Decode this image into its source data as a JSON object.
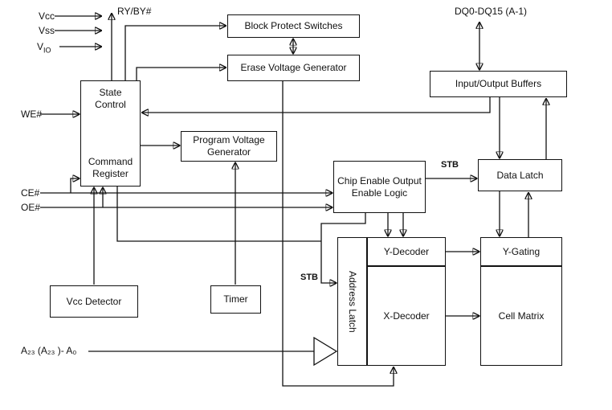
{
  "colors": {
    "wire": "#111111",
    "box_background": "#ffffff",
    "text": "#111111"
  },
  "pins": {
    "vcc": "Vcc",
    "vss": "Vss",
    "vio_base": "V",
    "vio_sub": "IO",
    "ry_by": "RY/BY#",
    "we": "WE#",
    "ce": "CE#",
    "oe": "OE#",
    "dq_bus": "DQ0-DQ15 (A-1)",
    "address_bus": "A₂₃ (A₂₃ )- A₀"
  },
  "labels": {
    "stb": "STB"
  },
  "blocks": {
    "block_protect_switches": "Block Protect Switches",
    "erase_voltage_generator": "Erase Voltage Generator",
    "io_buffers": "Input/Output Buffers",
    "state_control": "State Control",
    "command_register": "Command Register",
    "program_voltage_generator": "Program Voltage Generator",
    "chip_enable_logic": "Chip Enable Output Enable Logic",
    "data_latch": "Data Latch",
    "y_decoder": "Y-Decoder",
    "x_decoder": "X-Decoder",
    "address_latch": "Address Latch",
    "y_gating": "Y-Gating",
    "cell_matrix": "Cell Matrix",
    "vcc_detector": "Vcc Detector",
    "timer": "Timer"
  }
}
